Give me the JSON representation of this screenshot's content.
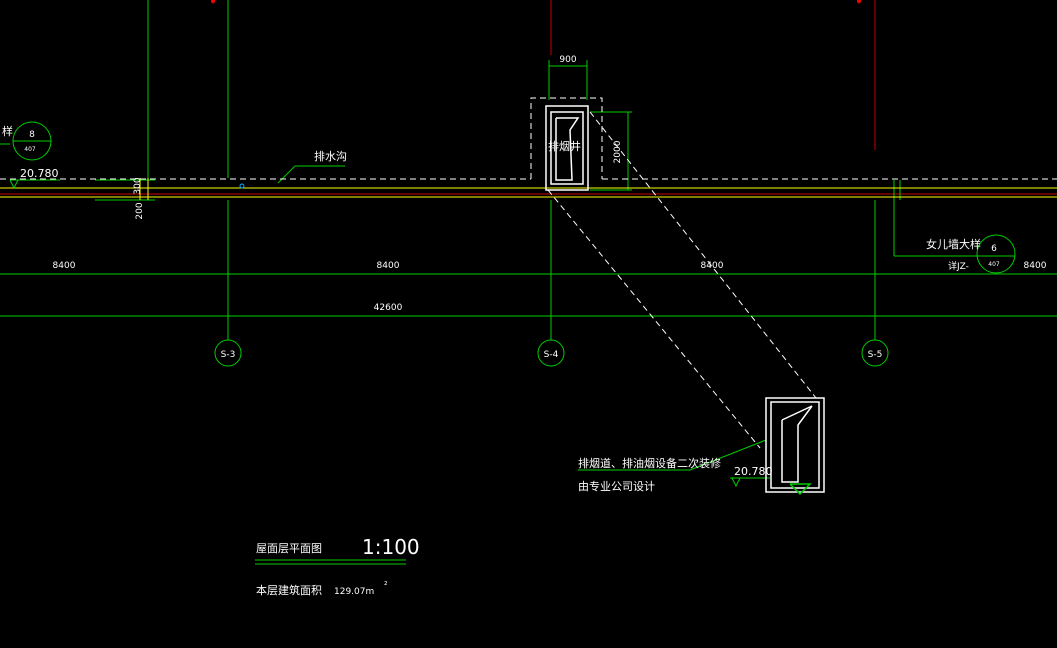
{
  "drawing": {
    "colors": {
      "background": "#000000",
      "grid_line": "#00cc00",
      "wall_line": "#ffff00",
      "axis_red": "#ff0000",
      "text": "#ffffff",
      "dashed": "#ffffff"
    },
    "dimensions": {
      "shaft_width": "900",
      "shaft_height": "2000",
      "wall_300": "300",
      "wall_200": "200",
      "bay_1": "8400",
      "bay_2": "8400",
      "bay_3": "8400",
      "bay_4": "8400",
      "total": "42600"
    },
    "levels": {
      "left": "20.780",
      "detail": "20.780"
    },
    "axes": [
      "S-3",
      "S-4",
      "S-5"
    ],
    "labels": {
      "drain": "排水沟",
      "shaft": "排烟井",
      "parapet": "女儿墙大样",
      "parapet_ref": "详JZ-",
      "left_partial": "样",
      "note_line1": "排烟道、排油烟设备二次装修",
      "note_line2": "由专业公司设计"
    },
    "detail_bubbles": [
      {
        "top": "8",
        "bottom": "407"
      },
      {
        "top": "6",
        "bottom": "407"
      }
    ],
    "title": {
      "name": "屋面层平面图",
      "scale": "1:100",
      "area_label": "本层建筑面积",
      "area_value": "129.07m",
      "area_unit": "²"
    }
  }
}
